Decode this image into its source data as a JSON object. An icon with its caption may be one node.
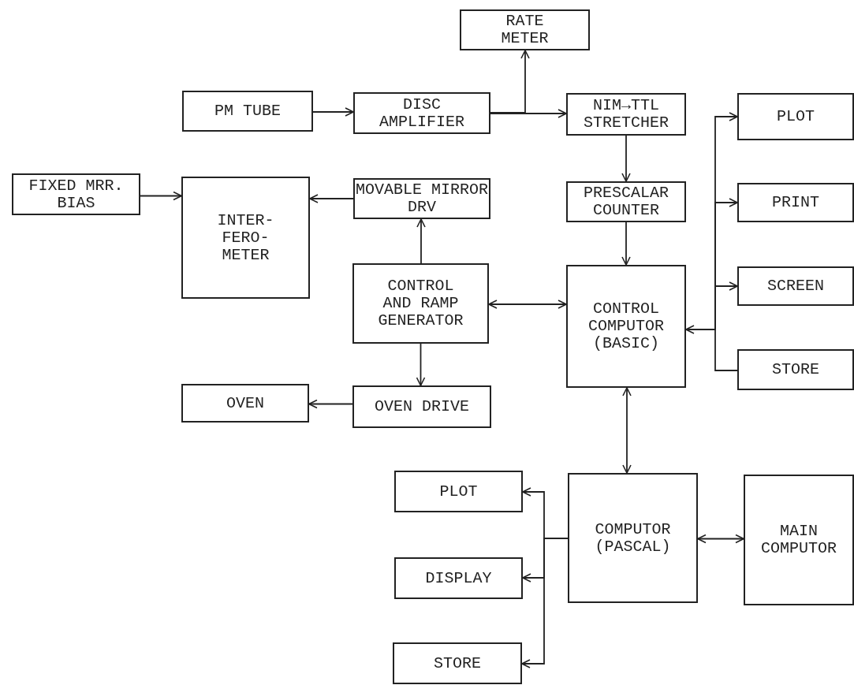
{
  "diagram": {
    "nodes": [
      {
        "text": [
          "RATE METER"
        ]
      },
      {
        "text": [
          "PM TUBE"
        ]
      },
      {
        "text": [
          "DISC AMPLIFIER"
        ]
      },
      {
        "text": [
          "NIM→TTL STRETCHER"
        ]
      },
      {
        "text": [
          "PLOT"
        ]
      },
      {
        "text": [
          "FIXED MRR. BIAS"
        ]
      },
      {
        "text": [
          "INTER- FERO- METER"
        ]
      },
      {
        "text": [
          "MOVABLE MIRROR DRV"
        ]
      },
      {
        "text": [
          "PRESCALAR COUNTER"
        ]
      },
      {
        "text": [
          "PRINT"
        ]
      },
      {
        "text": [
          "CONTROL AND RAMP GENERATOR"
        ]
      },
      {
        "text": [
          "CONTROL COMPUTOR (BASIC)"
        ]
      },
      {
        "text": [
          "SCREEN"
        ]
      },
      {
        "text": [
          "STORE"
        ]
      },
      {
        "text": [
          "OVEN"
        ]
      },
      {
        "text": [
          "OVEN DRIVE"
        ]
      },
      {
        "text": [
          "PLOT"
        ]
      },
      {
        "text": [
          "COMPUTOR (PASCAL)"
        ]
      },
      {
        "text": [
          "MAIN COMPUTOR"
        ]
      },
      {
        "text": [
          "DISPLAY"
        ]
      },
      {
        "text": [
          "STORE"
        ]
      }
    ],
    "edges": [
      {
        "from": 1,
        "to": 2,
        "arrow": "to"
      },
      {
        "from": 2,
        "to": 3,
        "arrow": "to"
      },
      {
        "from": 2,
        "to": 0,
        "arrow": "to"
      },
      {
        "from": 3,
        "to": 8,
        "arrow": "to"
      },
      {
        "from": 8,
        "to": 11,
        "arrow": "to"
      },
      {
        "from": 5,
        "to": 6,
        "arrow": "to"
      },
      {
        "from": 7,
        "to": 6,
        "arrow": "to"
      },
      {
        "from": 10,
        "to": 7,
        "arrow": "to"
      },
      {
        "from": 10,
        "to": 15,
        "arrow": "to"
      },
      {
        "from": 15,
        "to": 14,
        "arrow": "to"
      },
      {
        "from": 10,
        "to": 11,
        "arrow": "both"
      },
      {
        "from": 11,
        "to": 4,
        "arrow": "to"
      },
      {
        "from": 11,
        "to": 9,
        "arrow": "to"
      },
      {
        "from": 11,
        "to": 12,
        "arrow": "to"
      },
      {
        "from": 13,
        "to": 11,
        "arrow": "to"
      },
      {
        "from": 11,
        "to": 17,
        "arrow": "both"
      },
      {
        "from": 17,
        "to": 18,
        "arrow": "both"
      },
      {
        "from": 17,
        "to": 16,
        "arrow": "to"
      },
      {
        "from": 17,
        "to": 19,
        "arrow": "to"
      },
      {
        "from": 17,
        "to": 20,
        "arrow": "to"
      }
    ]
  }
}
